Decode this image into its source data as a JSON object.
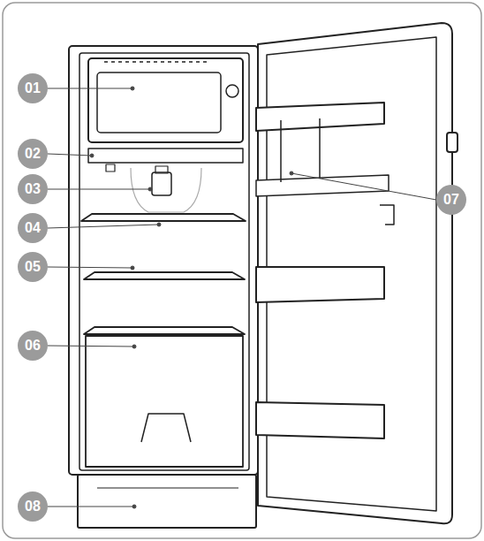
{
  "diagram": {
    "labels": [
      "01",
      "02",
      "03",
      "04",
      "05",
      "06",
      "07",
      "08"
    ]
  }
}
